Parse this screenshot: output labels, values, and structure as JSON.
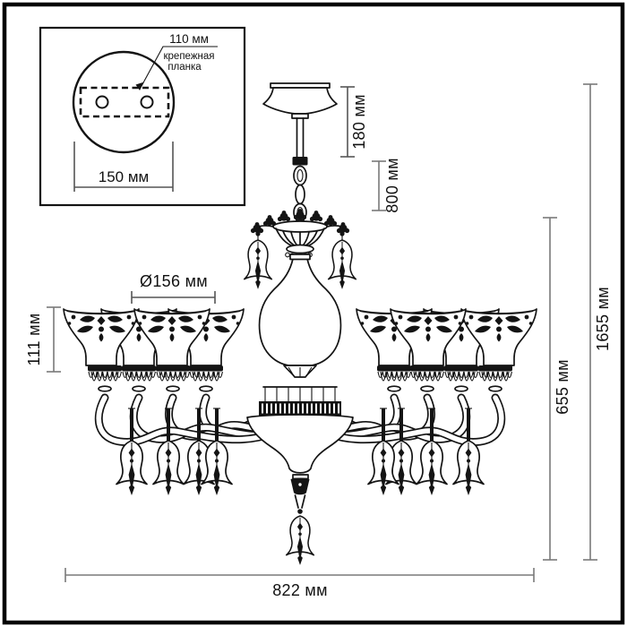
{
  "figure": {
    "type": "technical-dimension-diagram",
    "subject": "chandelier"
  },
  "inset": {
    "hole_spacing": "110 мм",
    "bracket_label_line1": "крепежная",
    "bracket_label_line2": "планка",
    "plate_width": "150 мм"
  },
  "dimensions": {
    "canopy_height": "180 мм",
    "chain_length": "800 мм",
    "shade_diameter": "Ø156 мм",
    "shade_height": "111 мм",
    "body_height": "655 мм",
    "total_height": "1655 мм",
    "total_width": "822 мм"
  },
  "colors": {
    "line": "#141414",
    "dimension_line": "#7a7a7a",
    "background": "#ffffff",
    "frame": "#000000"
  }
}
